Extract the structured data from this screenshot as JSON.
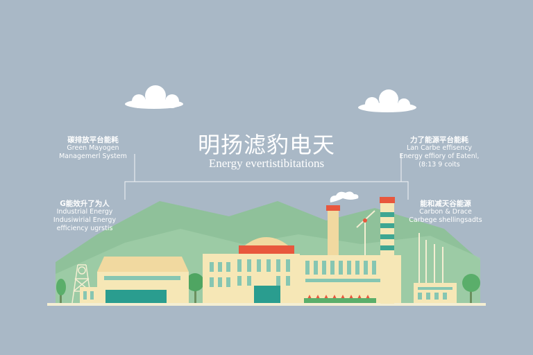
{
  "title": "明扬滤豹电天",
  "subtitle": "Energy evertistibitations",
  "annotations": {
    "top_left": {
      "heading": "碳排放平台能耗",
      "line1": "Green Mayogen",
      "line2": "Managemerl System"
    },
    "top_right": {
      "heading": "力了能源平台能耗",
      "line1": "Lan Carbe effisency",
      "line2": "Energy effiory of Eatenl,",
      "line3": "(8:13 9 coits"
    },
    "mid_left": {
      "heading": "G能效升了为人",
      "line1": "Industrial Energy",
      "line2": "Indusiwirial Energy",
      "line3": "efficiency ugrstis"
    },
    "mid_right": {
      "heading": "能和减天谷能源",
      "line1": "Carbon & Drace",
      "line2": "Carbege shellingsadts"
    }
  },
  "colors": {
    "sky": "#a9b8c6",
    "mountain": "#8fc19a",
    "building": "#f6e7b6",
    "window": "#86c6b2",
    "accent_red": "#e8573d",
    "teal_door": "#2a9d8f",
    "tree": "#5aae6a"
  }
}
